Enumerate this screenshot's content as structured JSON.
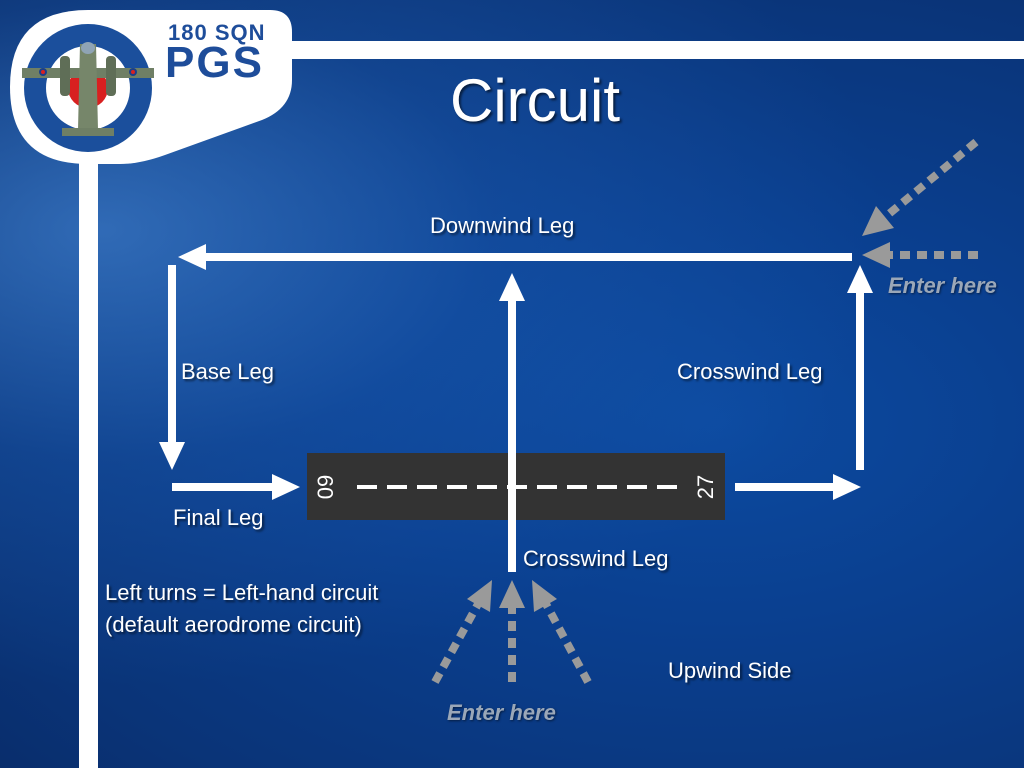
{
  "title": "Circuit",
  "logo": {
    "squadron": "180 SQN",
    "acronym": "PGS",
    "colors": {
      "outer_ring": "#1b4f9c",
      "center": "#d82020",
      "white": "#ffffff"
    }
  },
  "runway": {
    "left_number": "09",
    "right_number": "27"
  },
  "legs": {
    "downwind": "Downwind Leg",
    "base": "Base Leg",
    "crosswind_right": "Crosswind Leg",
    "final": "Final Leg",
    "crosswind_center": "Crosswind Leg"
  },
  "upwind_side": "Upwind Side",
  "note": {
    "line1": "Left turns = Left-hand circuit",
    "line2": "(default aerodrome circuit)"
  },
  "entry": {
    "top_right": "Enter here",
    "bottom": "Enter here"
  },
  "colors": {
    "background": "#0a3f8f",
    "arrow": "#ffffff",
    "entry_arrow": "#9a9a9a",
    "runway": "#333333"
  }
}
